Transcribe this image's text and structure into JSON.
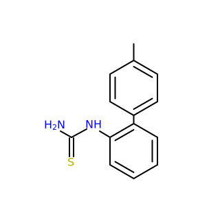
{
  "molecule": {
    "atoms": {
      "nh2": {
        "text": "H",
        "subscript": "2",
        "suffix": "N",
        "color": "#0000ff"
      },
      "nh": {
        "text": "NH",
        "color": "#0000ff"
      },
      "s": {
        "text": "S",
        "color": "#b2b200"
      }
    }
  }
}
